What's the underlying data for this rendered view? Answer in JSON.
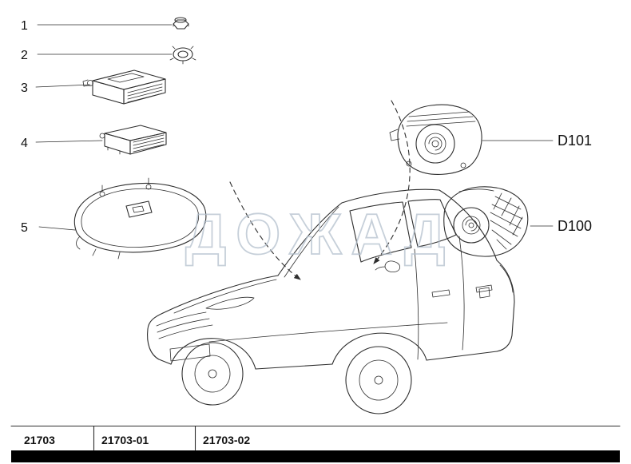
{
  "diagram": {
    "watermark": "ДОЖАД",
    "callouts": [
      {
        "number": "1"
      },
      {
        "number": "2"
      },
      {
        "number": "3"
      },
      {
        "number": "4"
      },
      {
        "number": "5"
      }
    ],
    "part_labels": {
      "d101": "D101",
      "d100": "D100"
    },
    "footer": {
      "models": [
        {
          "code": "21703"
        },
        {
          "code": "21703-01"
        },
        {
          "code": "21703-02"
        }
      ]
    },
    "colors": {
      "line": "#2e2e2e",
      "watermark": "#b3c0cd",
      "footer-bar": "#000000",
      "background": "#ffffff",
      "text": "#111111"
    }
  }
}
